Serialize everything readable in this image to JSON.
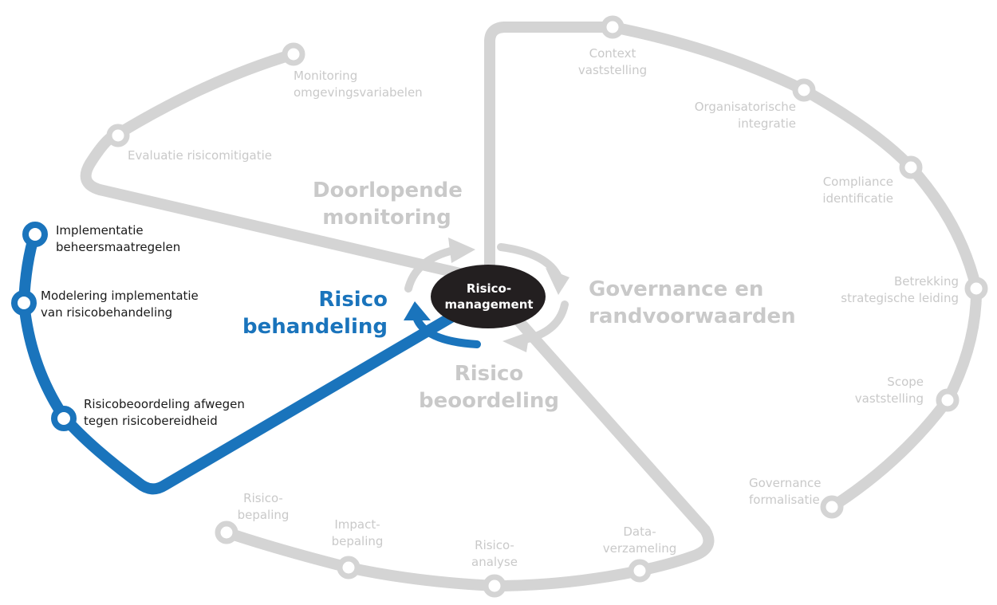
{
  "center": {
    "line1": "Risico-",
    "line2": "management"
  },
  "sections": {
    "doorlopende_monitoring": {
      "line1": "Doorlopende",
      "line2": "monitoring"
    },
    "governance": {
      "line1": "Governance en",
      "line2": "randvoorwaarden"
    },
    "risico_beoordeling": {
      "line1": "Risico",
      "line2": "beoordeling"
    },
    "risico_behandeling": {
      "line1": "Risico",
      "line2": "behandeling"
    }
  },
  "stations": {
    "monitoring": [
      {
        "line1": "Monitoring",
        "line2": "omgevingsvariabelen"
      },
      {
        "line1": "Evaluatie risicomitigatie"
      }
    ],
    "governance": [
      {
        "line1": "Context",
        "line2": "vaststelling"
      },
      {
        "line1": "Organisatorische",
        "line2": "integratie"
      },
      {
        "line1": "Compliance",
        "line2": "identificatie"
      },
      {
        "line1": "Betrekking",
        "line2": "strategische leiding"
      },
      {
        "line1": "Scope",
        "line2": "vaststelling"
      },
      {
        "line1": "Governance",
        "line2": "formalisatie"
      }
    ],
    "beoordeling": [
      {
        "line1": "Data-",
        "line2": "verzameling"
      },
      {
        "line1": "Risico-",
        "line2": "analyse"
      },
      {
        "line1": "Impact-",
        "line2": "bepaling"
      },
      {
        "line1": "Risico-",
        "line2": "bepaling"
      }
    ],
    "behandeling": [
      {
        "line1": "Implementatie",
        "line2": "beheersmaatregelen"
      },
      {
        "line1": "Modelering implementatie",
        "line2": "van risicobehandeling"
      },
      {
        "line1": "Risicobeoordeling afwegen",
        "line2": "tegen risicobereidheid"
      }
    ]
  },
  "colors": {
    "inactive": "#d4d4d4",
    "active": "#1a74bc",
    "center": "#231f20",
    "inactive_text": "#c9c9c9"
  }
}
